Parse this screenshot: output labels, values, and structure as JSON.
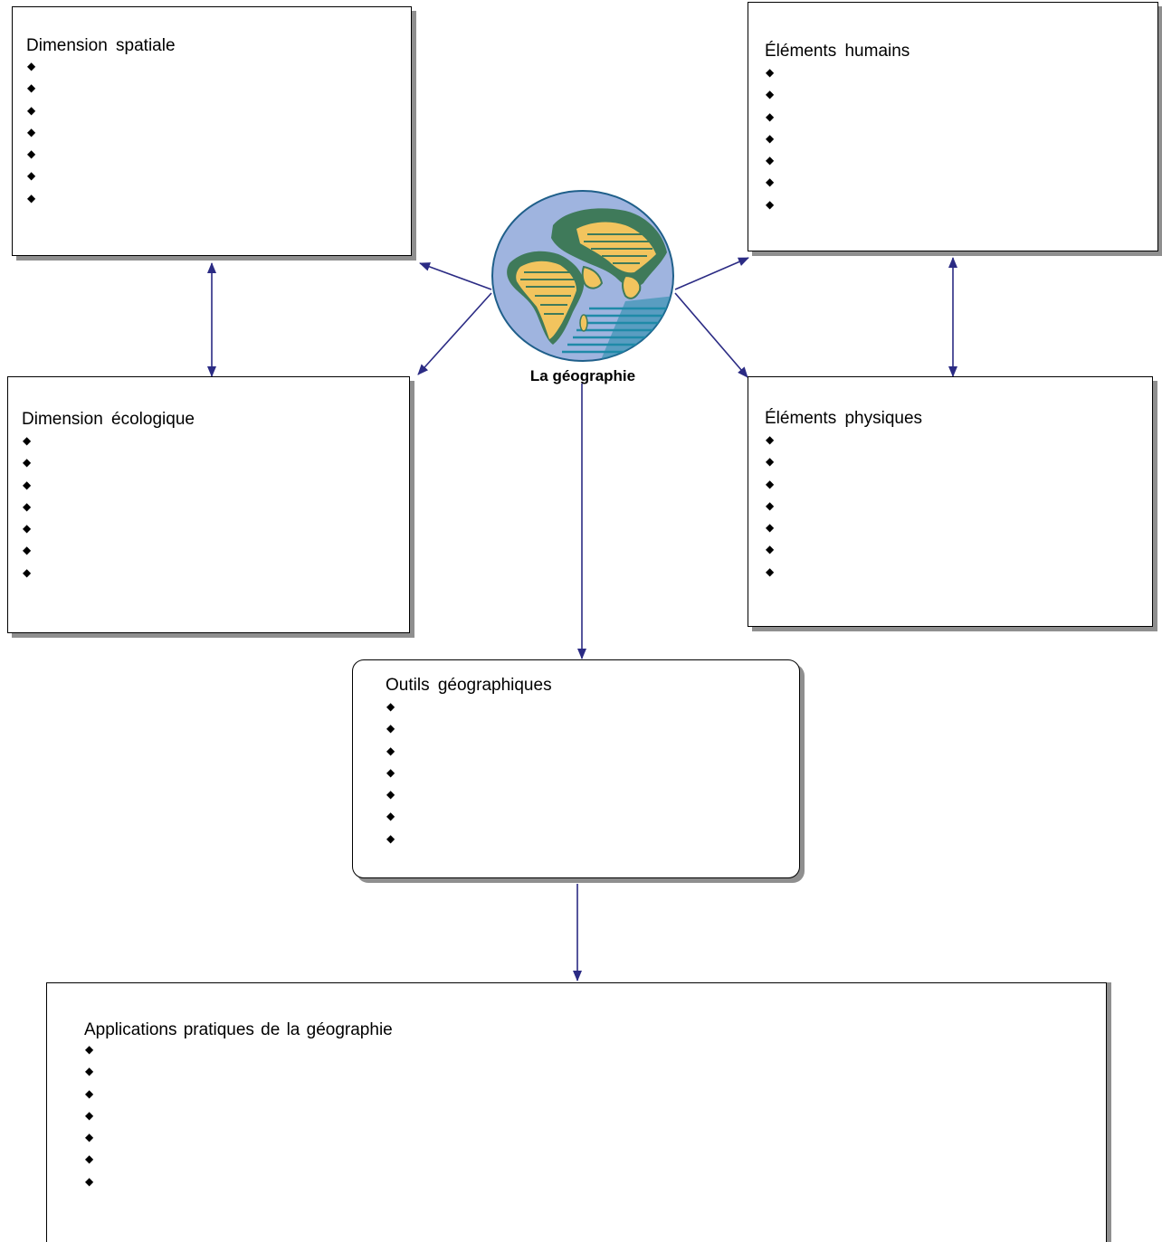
{
  "center": {
    "caption": "La géographie",
    "icon": "globe-icon"
  },
  "boxes": {
    "spatiale": {
      "title": "Dimension  spatiale",
      "bullets": [
        "◆",
        "◆",
        "◆",
        "◆",
        "◆",
        "◆",
        "◆"
      ]
    },
    "ecologique": {
      "title": "Dimension  écologique",
      "bullets": [
        "◆",
        "◆",
        "◆",
        "◆",
        "◆",
        "◆",
        "◆"
      ]
    },
    "humains": {
      "title": "Éléments  humains",
      "bullets": [
        "◆",
        "◆",
        "◆",
        "◆",
        "◆",
        "◆",
        "◆"
      ]
    },
    "physiques": {
      "title": "Éléments  physiques",
      "bullets": [
        "◆",
        "◆",
        "◆",
        "◆",
        "◆",
        "◆",
        "◆"
      ]
    },
    "outils": {
      "title": "Outils  géographiques",
      "bullets": [
        "◆",
        "◆",
        "◆",
        "◆",
        "◆",
        "◆",
        "◆"
      ]
    },
    "applications": {
      "title": "Applications  pratiques de la géographie",
      "bullets": [
        "◆",
        "◆",
        "◆",
        "◆",
        "◆",
        "◆",
        "◆"
      ]
    }
  },
  "colors": {
    "arrow": "#2b2b84",
    "shadow": "#8f8f8f",
    "ocean": "#9fb4df",
    "land_green": "#3f7a5a",
    "land_yellow": "#f2c45e",
    "water_teal": "#1f8aa8"
  }
}
